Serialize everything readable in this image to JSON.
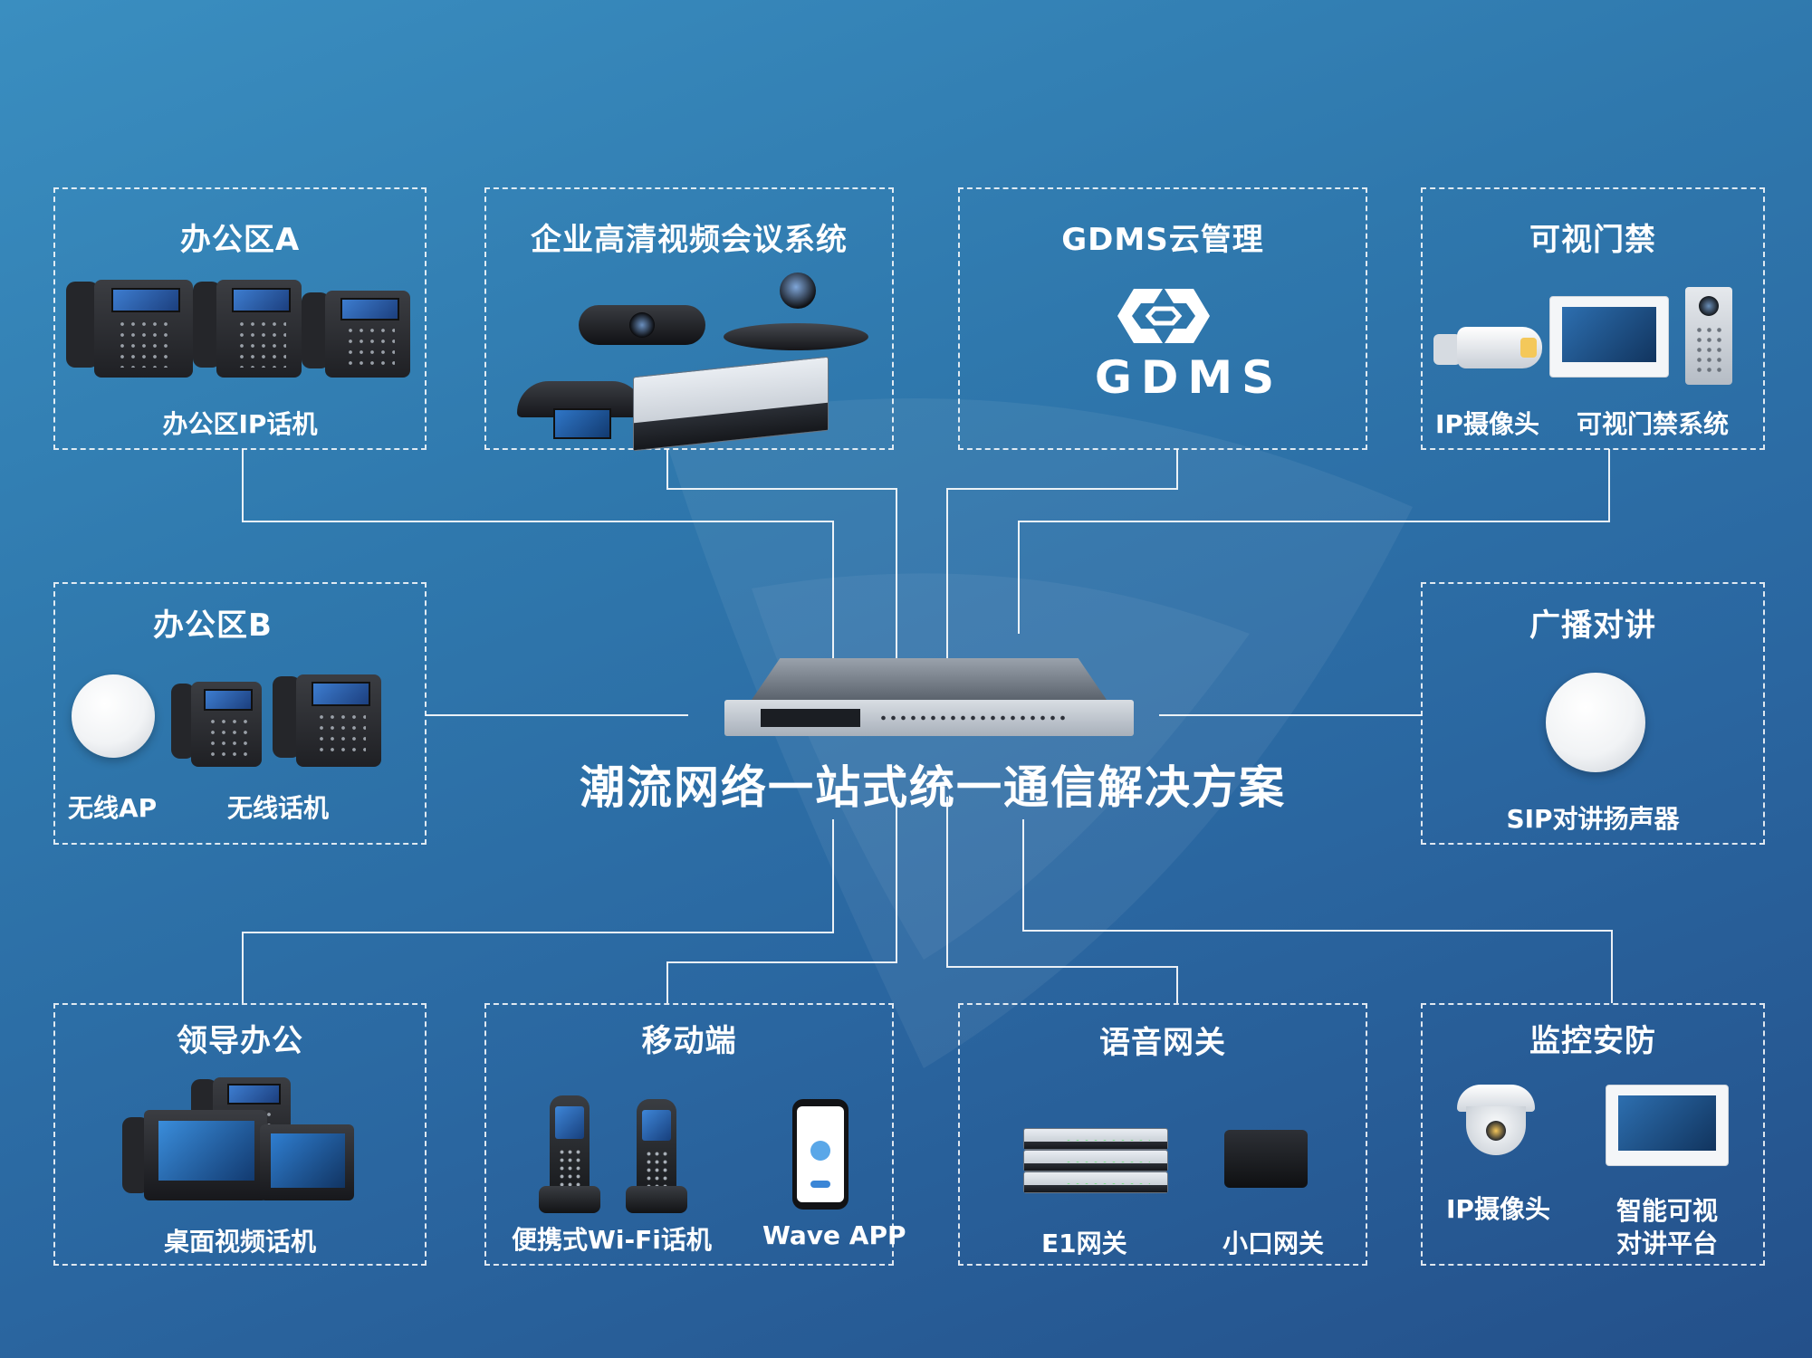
{
  "center": {
    "title": "潮流网络一站式统一通信解决方案"
  },
  "panels": {
    "office_a": {
      "title": "办公区A",
      "label": "办公区IP话机"
    },
    "video_conf": {
      "title": "企业高清视频会议系统"
    },
    "gdms": {
      "title": "GDMS云管理",
      "logo_text": "GDMS"
    },
    "door": {
      "title": "可视门禁",
      "label_camera": "IP摄像头",
      "label_system": "可视门禁系统"
    },
    "office_b": {
      "title": "办公区B",
      "label_ap": "无线AP",
      "label_phone": "无线话机"
    },
    "broadcast": {
      "title": "广播对讲",
      "label": "SIP对讲扬声器"
    },
    "leader": {
      "title": "领导办公",
      "label": "桌面视频话机"
    },
    "mobile": {
      "title": "移动端",
      "label_wifi": "便携式Wi-Fi话机",
      "label_app": "Wave APP"
    },
    "gateway": {
      "title": "语音网关",
      "label_e1": "E1网关",
      "label_small": "小口网关"
    },
    "security": {
      "title": "监控安防",
      "label_camera": "IP摄像头",
      "label_platform_1": "智能可视",
      "label_platform_2": "对讲平台"
    }
  },
  "colors": {
    "line": "#ffffff",
    "dash_border": "#ffffff",
    "bg_top": "#3a8ec0",
    "bg_bottom": "#24508a"
  }
}
